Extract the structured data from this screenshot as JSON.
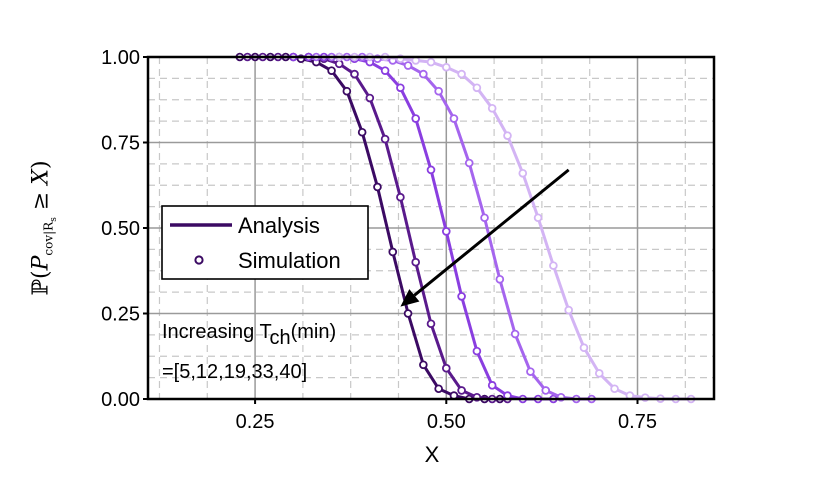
{
  "chart_data": {
    "type": "line",
    "title": "",
    "xlabel": "X",
    "ylabel": "ℙ(P_cov|R_s ≥ X)",
    "ylabel_parts": {
      "prefix": "ℙ(",
      "var": "P",
      "sub": "cov|R",
      "subsub": "s",
      "rel": " ≥ ",
      "x": "X",
      "suffix": ")"
    },
    "xlim": [
      0.11,
      0.85
    ],
    "ylim": [
      0.0,
      1.0
    ],
    "xticks": [
      0.25,
      0.5,
      0.75
    ],
    "xtick_labels": [
      "0.25",
      "0.50",
      "0.75"
    ],
    "yticks": [
      0.0,
      0.25,
      0.5,
      0.75,
      1.0
    ],
    "ytick_labels": [
      "0.00",
      "0.25",
      "0.50",
      "0.75",
      "1.00"
    ],
    "grid": true,
    "legend": {
      "placement": "middle-left",
      "entries": [
        {
          "label": "Analysis",
          "style": "line"
        },
        {
          "label": "Simulation",
          "style": "marker"
        }
      ]
    },
    "annotation": {
      "line1_prefix": "Increasing T",
      "line1_sub": "ch",
      "line1_suffix": "(min)",
      "line2": "=[5,12,19,33,40]",
      "arrow_from": [
        0.66,
        0.67
      ],
      "arrow_to": [
        0.44,
        0.27
      ]
    },
    "series": [
      {
        "color": "#3b0a63",
        "x": [
          0.23,
          0.25,
          0.27,
          0.29,
          0.31,
          0.33,
          0.35,
          0.37,
          0.39,
          0.41,
          0.43,
          0.45,
          0.47,
          0.49,
          0.51,
          0.53,
          0.55,
          0.57
        ],
        "y": [
          1.0,
          1.0,
          1.0,
          1.0,
          0.995,
          0.985,
          0.96,
          0.9,
          0.78,
          0.62,
          0.43,
          0.25,
          0.1,
          0.03,
          0.01,
          0.0,
          0.0,
          0.0
        ]
      },
      {
        "color": "#5a1a8c",
        "x": [
          0.24,
          0.26,
          0.28,
          0.3,
          0.32,
          0.34,
          0.36,
          0.38,
          0.4,
          0.42,
          0.44,
          0.46,
          0.48,
          0.5,
          0.52,
          0.54,
          0.56,
          0.58
        ],
        "y": [
          1.0,
          1.0,
          1.0,
          1.0,
          1.0,
          0.995,
          0.98,
          0.95,
          0.88,
          0.76,
          0.59,
          0.4,
          0.22,
          0.09,
          0.025,
          0.005,
          0.0,
          0.0
        ]
      },
      {
        "color": "#8a3ee0",
        "x": [
          0.3,
          0.32,
          0.34,
          0.36,
          0.38,
          0.4,
          0.42,
          0.44,
          0.46,
          0.48,
          0.5,
          0.52,
          0.54,
          0.56,
          0.58,
          0.6,
          0.62,
          0.64
        ],
        "y": [
          1.0,
          1.0,
          1.0,
          1.0,
          0.995,
          0.985,
          0.96,
          0.91,
          0.82,
          0.67,
          0.49,
          0.3,
          0.14,
          0.04,
          0.01,
          0.0,
          0.0,
          0.0
        ]
      },
      {
        "color": "#a565ee",
        "x": [
          0.33,
          0.35,
          0.37,
          0.39,
          0.41,
          0.43,
          0.45,
          0.47,
          0.49,
          0.51,
          0.53,
          0.55,
          0.57,
          0.59,
          0.61,
          0.63,
          0.65,
          0.67,
          0.69
        ],
        "y": [
          1.0,
          1.0,
          1.0,
          1.0,
          0.995,
          0.99,
          0.975,
          0.95,
          0.9,
          0.82,
          0.69,
          0.53,
          0.35,
          0.19,
          0.08,
          0.025,
          0.005,
          0.0,
          0.0
        ]
      },
      {
        "color": "#d3b4f4",
        "x": [
          0.36,
          0.38,
          0.4,
          0.42,
          0.44,
          0.46,
          0.48,
          0.5,
          0.52,
          0.54,
          0.56,
          0.58,
          0.6,
          0.62,
          0.64,
          0.66,
          0.68,
          0.7,
          0.72,
          0.74,
          0.76,
          0.78,
          0.8,
          0.82
        ],
        "y": [
          1.0,
          1.0,
          1.0,
          1.0,
          0.995,
          0.99,
          0.985,
          0.97,
          0.95,
          0.91,
          0.85,
          0.77,
          0.66,
          0.53,
          0.39,
          0.26,
          0.15,
          0.075,
          0.03,
          0.01,
          0.004,
          0.001,
          0.0,
          0.0
        ]
      }
    ]
  }
}
